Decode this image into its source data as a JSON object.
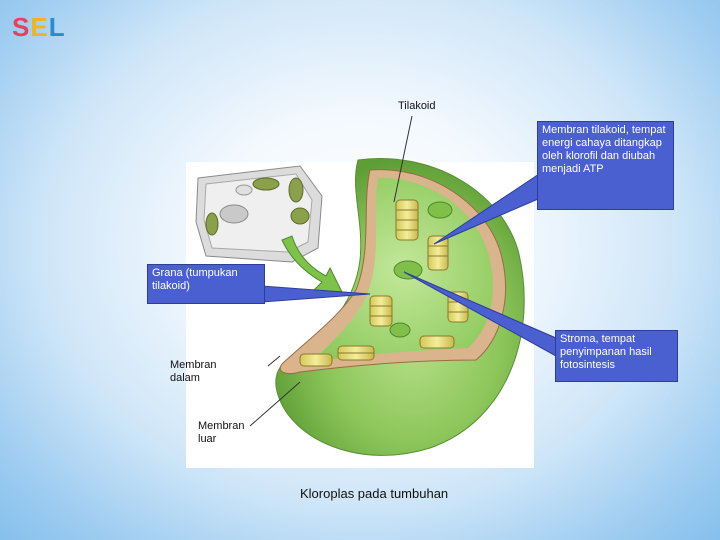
{
  "logo": {
    "letters": [
      "S",
      "E",
      "L"
    ]
  },
  "labels": {
    "tilakoid": "Tilakoid",
    "membran_tilakoid": "Membran tilakoid, tempat energi cahaya ditangkap oleh klorofil dan diubah menjadi ATP",
    "grana": "Grana (tumpukan tilakoid)",
    "stroma": "Stroma, tempat penyimpanan hasil fotosintesis",
    "membran_dalam": "Membran dalam",
    "membran_luar": "Membran luar"
  },
  "caption": "Kloroplas pada tumbuhan",
  "colors": {
    "callout_fill": "#4a5fd0",
    "chloroplast_green": "#7fbf4a",
    "membrane_tan": "#d9b48c",
    "stroma_green": "#a4d47a",
    "thylakoid_yellow": "#e8e07a",
    "logo_s": "#e8425a",
    "logo_e": "#f2b31c",
    "logo_l": "#2a8bd0"
  }
}
